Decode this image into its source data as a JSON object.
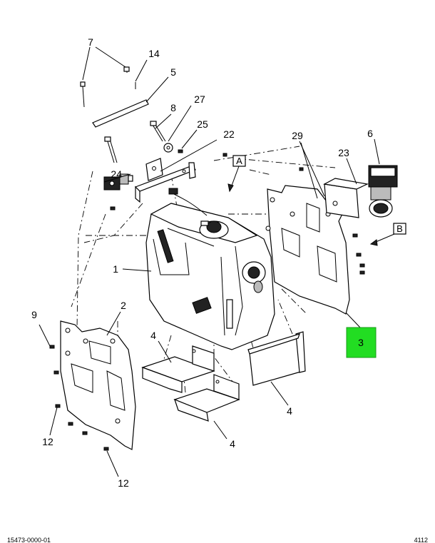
{
  "callouts": {
    "c7": "7",
    "c14": "14",
    "c5": "5",
    "c8": "8",
    "c27": "27",
    "c25": "25",
    "c22": "22",
    "c24": "24",
    "c29": "29",
    "c6": "6",
    "c23": "23",
    "c1": "1",
    "c9": "9",
    "c2": "2",
    "c4a": "4",
    "c4b": "4",
    "c4c": "4",
    "c12a": "12",
    "c12b": "12",
    "c3": "3"
  },
  "view_labels": {
    "A": "A",
    "B": "B"
  },
  "highlight_color": "#22dd22",
  "footer": {
    "left": "15473-0000-01",
    "right": "4112"
  }
}
